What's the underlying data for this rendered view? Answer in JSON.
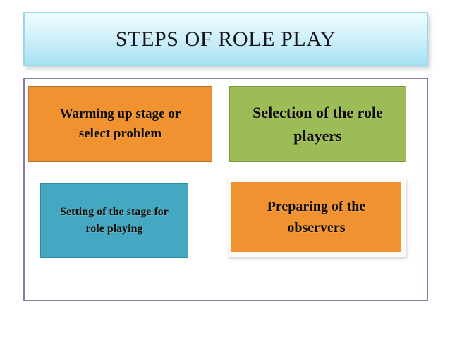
{
  "slide": {
    "title": "STEPS OF ROLE PLAY",
    "boxes": [
      {
        "id": "warming",
        "lines": [
          "Warming up stage or",
          "select problem"
        ],
        "color": "#EF922F"
      },
      {
        "id": "selection",
        "lines": [
          "Selection of the role",
          "players"
        ],
        "color": "#9CBC58"
      },
      {
        "id": "setting",
        "lines": [
          "Setting of the stage for",
          "role playing"
        ],
        "color": "#45A8C2"
      },
      {
        "id": "preparing",
        "lines": [
          "Preparing of the",
          "observers"
        ],
        "color": "#EF922F"
      }
    ]
  },
  "colors": {
    "banner_top": "#EDFBFE",
    "banner_bottom": "#A4E2F3",
    "banner_border": "#9ED8E6",
    "frame_border": "#8B77A8",
    "title_text": "#14161c",
    "box_text": "#120d08",
    "background": "#ffffff"
  }
}
